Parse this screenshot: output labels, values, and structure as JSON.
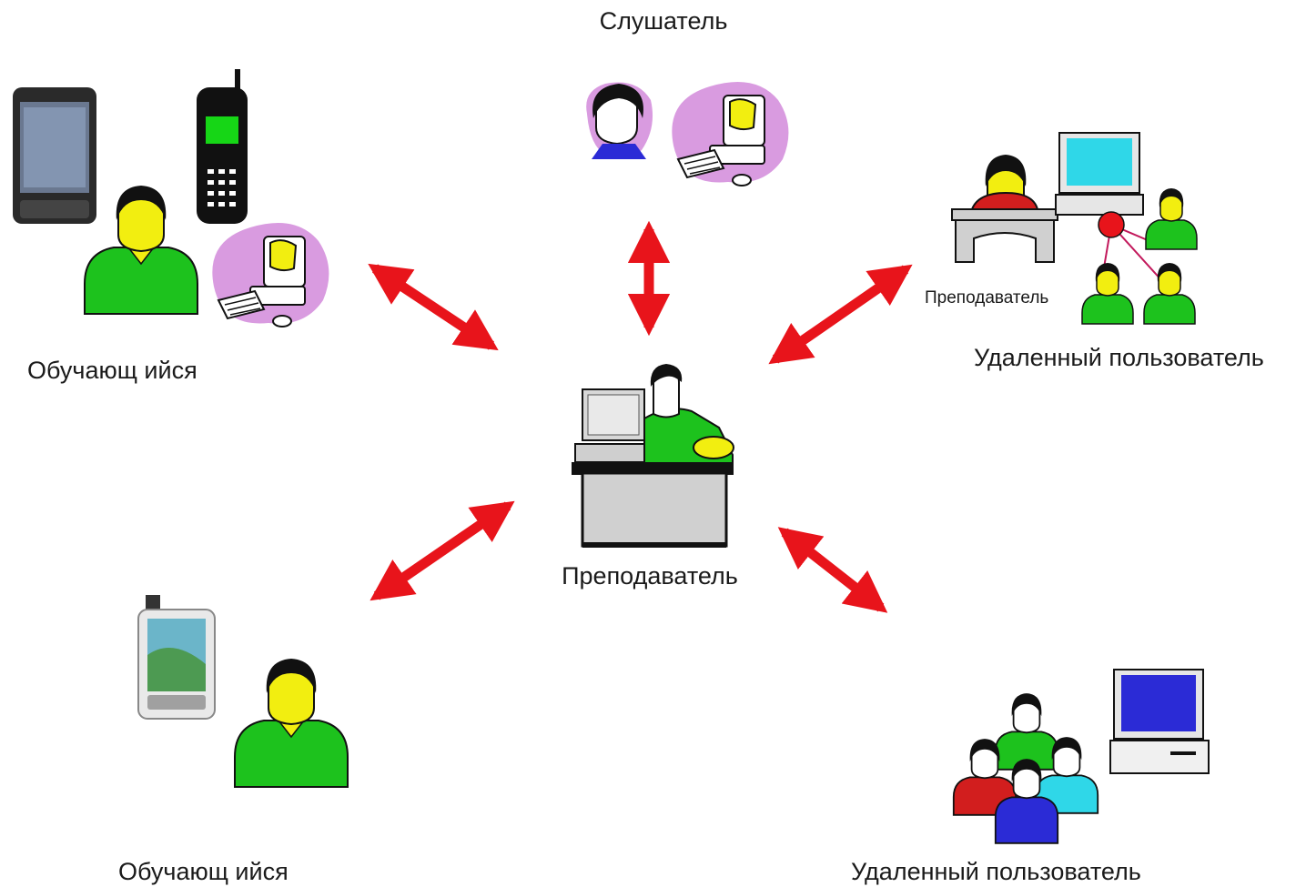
{
  "diagram": {
    "center": {
      "label": "Преподаватель"
    },
    "nodes": {
      "listener": {
        "label": "Слушатель"
      },
      "learner_top": {
        "label": "Обучающ ийся"
      },
      "remote_top": {
        "label": "Удаленный пользователь",
        "sub_label": "Преподаватель"
      },
      "learner_bottom": {
        "label": "Обучающ ийся"
      },
      "remote_bottom": {
        "label": "Удаленный пользователь"
      }
    },
    "connections": [
      {
        "from": "center",
        "to": "listener",
        "type": "bidirectional"
      },
      {
        "from": "center",
        "to": "learner_top",
        "type": "bidirectional"
      },
      {
        "from": "center",
        "to": "remote_top",
        "type": "bidirectional"
      },
      {
        "from": "center",
        "to": "learner_bottom",
        "type": "bidirectional"
      },
      {
        "from": "center",
        "to": "remote_bottom",
        "type": "bidirectional"
      }
    ],
    "colors": {
      "arrow": "#e8141b",
      "person_green": "#1dc21d",
      "skin_yellow": "#f2ee10",
      "hair_black": "#111111",
      "monitor_blue": "#2b2bd6",
      "monitor_cyan": "#2fd7e8",
      "pink_blob": "#d99be0",
      "phone_screen": "#16d616"
    }
  }
}
